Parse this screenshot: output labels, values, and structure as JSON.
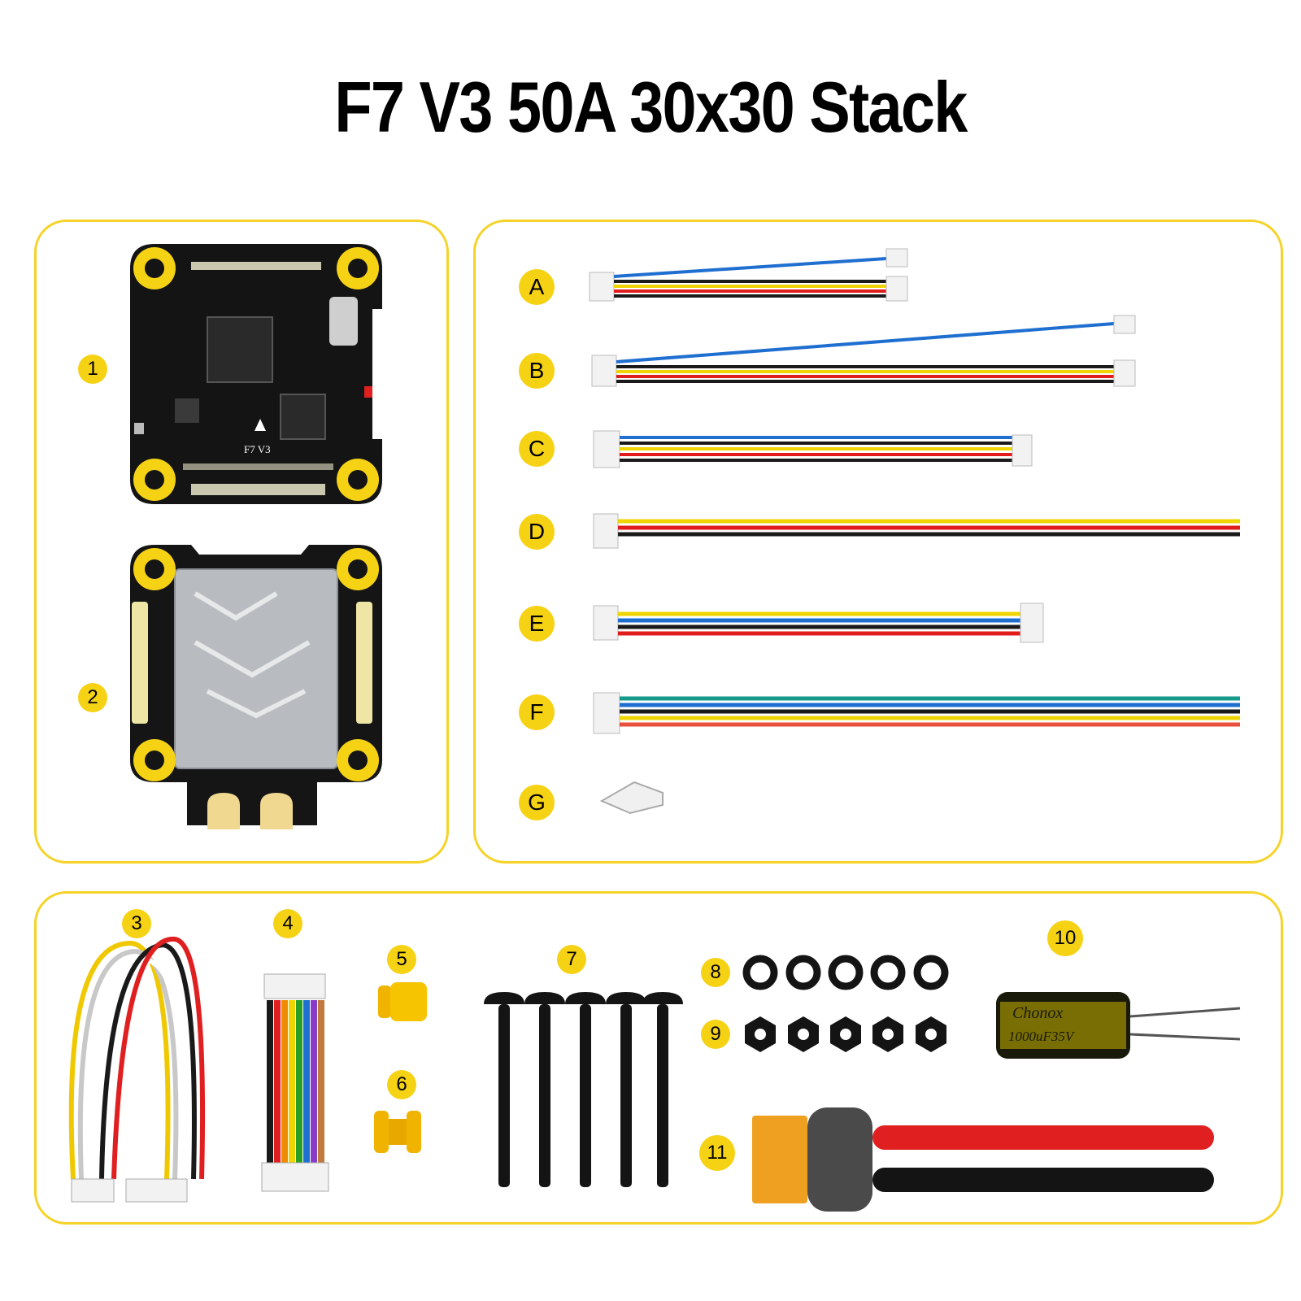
{
  "title": "F7 V3 50A 30x30 Stack",
  "colors": {
    "accent": "#f6d215",
    "panel_border": "#f5d328"
  },
  "board_labels": {
    "fc_model": "F7 V3"
  },
  "capacitor_labels": {
    "brand": "Chonox",
    "rating": "1000uF35V"
  },
  "items": {
    "flight_controller": "1",
    "esc": "2",
    "cable_a": "A",
    "cable_b": "B",
    "cable_c": "C",
    "cable_d": "D",
    "cable_e": "E",
    "cable_f": "F",
    "connector_g": "G",
    "harness_3": "3",
    "harness_4": "4",
    "grommet_5": "5",
    "grommet_6": "6",
    "screws_7": "7",
    "rings_8": "8",
    "nuts_9": "9",
    "capacitor_10": "10",
    "power_lead_11": "11"
  }
}
